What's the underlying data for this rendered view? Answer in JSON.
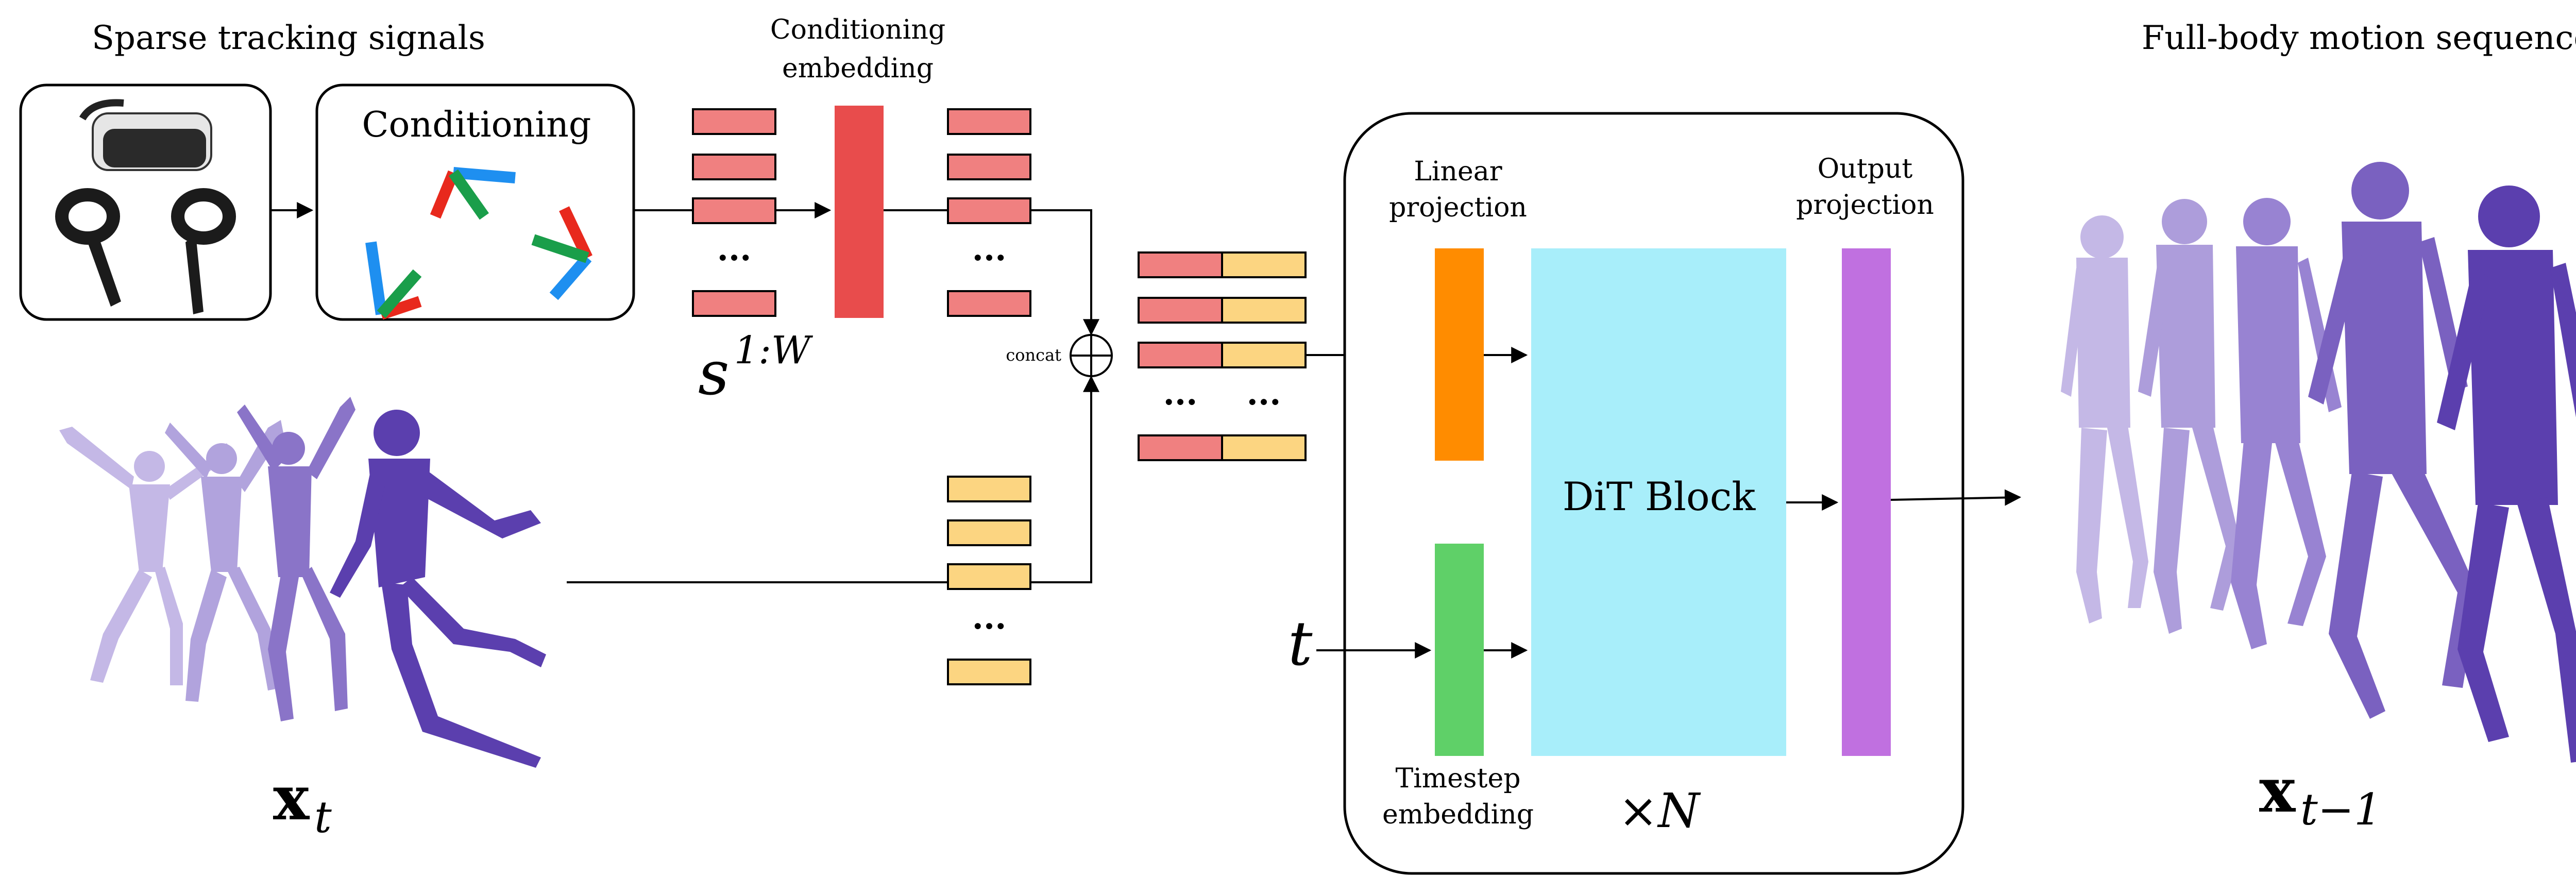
{
  "labels": {
    "sparse_tracking": "Sparse tracking signals",
    "conditioning": "Conditioning",
    "conditioning_embedding_1": "Conditioning",
    "conditioning_embedding_2": "embedding",
    "signal_symbol": "s",
    "signal_superscript": "1:W",
    "concat": "concat",
    "linear_projection_1": "Linear",
    "linear_projection_2": "projection",
    "output_projection_1": "Output",
    "output_projection_2": "projection",
    "dit_block": "DiT Block",
    "timestep_embedding_1": "Timestep",
    "timestep_embedding_2": "embedding",
    "repeat": "×N",
    "t_input": "t",
    "x_symbol_in": "x",
    "x_subscript_in": "t",
    "x_symbol_out": "x",
    "x_subscript_out": "t−1",
    "full_body": "Full-body motion sequence",
    "ellipsis": "..."
  },
  "colors": {
    "token_red": "#f08080",
    "token_yellow": "#fcd581",
    "cond_embed": "#e84c4c",
    "linear_proj": "#ff8c00",
    "timestep_embed": "#5fd068",
    "dit_block": "#a8eefa",
    "output_proj": "#c070e0",
    "axis_red": "#e8291d",
    "axis_green": "#1a9e4a",
    "axis_blue": "#1e8ff0",
    "body_light": "#b3a4dc",
    "body_mid": "#8a74c8",
    "body_dark": "#5b3fae"
  }
}
